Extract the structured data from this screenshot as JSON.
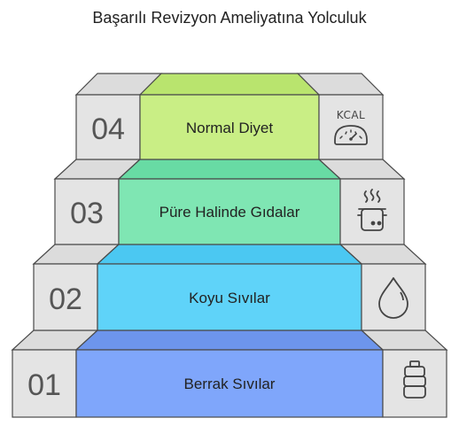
{
  "title": "Başarılı Revizyon Ameliyatına Yolculuk",
  "steps": [
    {
      "number": "01",
      "label": "Berrak Sıvılar",
      "color": "#7fa6fb",
      "icon": "bottle-icon"
    },
    {
      "number": "02",
      "label": "Koyu Sıvılar",
      "color": "#5fd3f9",
      "icon": "drop-icon"
    },
    {
      "number": "03",
      "label": "Püre Halinde Gıdalar",
      "color": "#7fe6b3",
      "icon": "cooking-pot-icon"
    },
    {
      "number": "04",
      "label": "Normal Diyet",
      "color": "#c9ee85",
      "icon": "calorie-scale-icon",
      "icon_text": "KCAL"
    }
  ],
  "colors": {
    "side_face": "#e4e4e4",
    "top_face": "#ececec",
    "outline": "#4a4a4a"
  }
}
